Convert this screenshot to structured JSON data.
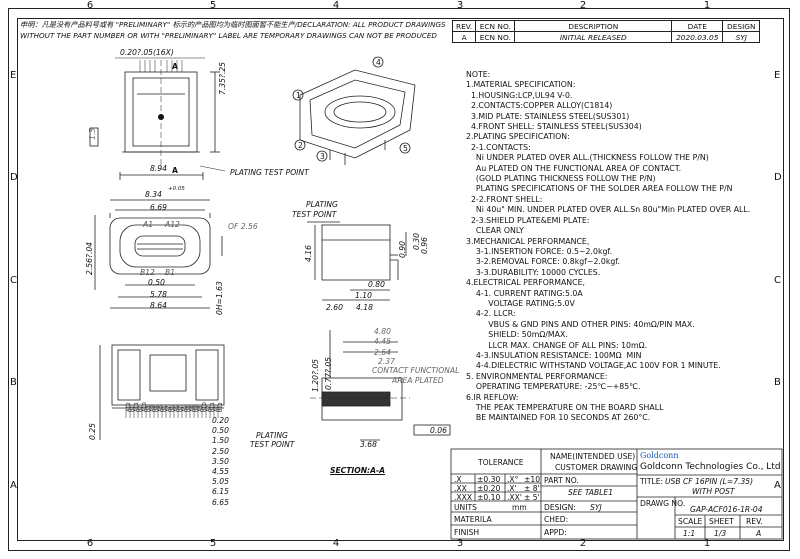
{
  "grid": {
    "columns": [
      "6",
      "5",
      "4",
      "3",
      "2",
      "1"
    ],
    "rows": [
      "E",
      "D",
      "C",
      "B",
      "A"
    ]
  },
  "header_note": {
    "line1": "申明：凡是没有产品料号或有 \"PRELIMINARY\" 标示的产品图均为临时图面暂不能生产/DECLARATION: ALL PRODUCT DRAWINGS",
    "line2": "WITHOUT THE PART NUMBER OR WITH \"PRELIMINARY\" LABEL ARE TEMPORARY DRAWINGS CAN NOT BE PRODUCED"
  },
  "revision": {
    "headers": [
      "REV.",
      "ECN NO.",
      "DESCRIPTION",
      "DATE",
      "DESIGN"
    ],
    "rows": [
      [
        "A",
        "ECN NO.",
        "INITIAL RELEASED",
        "2020.03.05",
        "SYJ"
      ]
    ]
  },
  "notes": [
    "NOTE:",
    "1.MATERIAL SPECIFICATION:",
    "  1.HOUSING:LCP,UL94 V-0.",
    "  2.CONTACTS:COPPER ALLOY(C1814)",
    "  3.MID PLATE: STAINLESS STEEL(SUS301)",
    "  4.FRONT SHELL: STAINLESS STEEL(SUS304)",
    "2.PLATING SPECIFICATION:",
    "  2-1.CONTACTS:",
    "    Ni UNDER PLATED OVER ALL.(THICKNESS FOLLOW THE P/N)",
    "    Au PLATED ON THE FUNCTIONAL AREA OF CONTACT.",
    "    (GOLD PLATING THICKNESS FOLLOW THE P/N)",
    "    PLATING SPECIFICATIONS OF THE SOLDER AREA FOLLOW THE P/N",
    "  2-2.FRONT SHELL:",
    "    Ni 40u\" MIN. UNDER PLATED OVER ALL.Sn 80u\"Min PLATED OVER ALL.",
    "  2-3.SHIELD PLATE&EMI PLATE:",
    "    CLEAR ONLY",
    "3.MECHANICAL PERFORMANCE,",
    "    3-1.INSERTION FORCE: 0.5~2.0kgf.",
    "    3-2.REMOVAL FORCE: 0.8kgf~2.0kgf.",
    "    3-3.DURABILITY: 10000 CYCLES.",
    "4.ELECTRICAL PERFORMANCE,",
    "    4-1. CURRENT RATING:5.0A",
    "         VOLTAGE RATING:5.0V",
    "    4-2. LLCR:",
    "         VBUS & GND PINS AND OTHER PINS: 40mΩ/PIN MAX.",
    "         SHIELD: 50mΩ/MAX.",
    "         LLCR MAX. CHANGE OF ALL PINS: 10mΩ.",
    "    4-3.INSULATION RESISTANCE: 100MΩ  MIN",
    "    4-4.DIELECTRIC WITHSTAND VOLTAGE,AC 100V FOR 1 MINUTE.",
    "5. ENVIRONMENTAL PERFORMANCE:",
    "    OPERATING TEMPERATURE: -25℃~+85℃.",
    "6.IR REFLOW:",
    "    THE PEAK TEMPERATURE ON THE BOARD SHALL",
    "    BE MAINTAINED FOR 10 SECONDS AT 260°C."
  ],
  "dimensions": {
    "pitch": "0.20?.05(16X)",
    "total_len": "7.35?.25",
    "width_894": "8.94",
    "plating_test_point_1": "PLATING TEST POINT",
    "d834": "8.34",
    "d834_tol": "+0.05",
    "d669": "6.69",
    "cf256": "OF 2.56",
    "a1": "A1",
    "a12": "A12",
    "b12": "B12",
    "b1": "B1",
    "d050": "0.50",
    "d578": "5.78",
    "d864": "8.64",
    "d2562": "2.56?.04",
    "d163": "0H=1.63",
    "side_plating": "PLATING",
    "side_test_point": "TEST POINT",
    "d416": "4.16",
    "d090": "0.90",
    "d030": "0.30",
    "d096": "0.96",
    "d080": "0.80",
    "d110": "1.10",
    "d260": "2.60",
    "d418": "4.18",
    "d480": "4.80",
    "d445": "4.45",
    "d264": "2.64",
    "d237": "2.37",
    "contact_functional": "CONTACT FUNCTIONAL",
    "area_plated": "AREA PLATED",
    "d1207": "1.20?.05",
    "d077": "0.77?.05",
    "d006": "0.06",
    "d368": "3.68",
    "section": "SECTION:A-A",
    "d025": "0.25",
    "pin_labels": [
      "A12",
      "B1",
      "A11",
      "B2",
      "A10",
      "B3",
      "A9",
      "B4",
      "A8",
      "B5",
      "A7",
      "B6",
      "A6",
      "B7",
      "A5",
      "B8",
      "A4",
      "B9",
      "A3",
      "B10",
      "A2",
      "B11",
      "A1",
      "B12"
    ],
    "bottom_dims": [
      "0.20",
      "0.50",
      "1.50",
      "2.50",
      "3.50",
      "4.55",
      "5.05",
      "6.15",
      "6.65"
    ],
    "plating_test_point_2a": "PLATING",
    "plating_test_point_2b": "TEST POINT",
    "ref_1": "1",
    "ref_2": "2",
    "ref_3": "3",
    "ref_4": "4",
    "ref_5": "5",
    "section_a": "A",
    "dim_15": "1.5"
  },
  "title_block": {
    "tolerance": "TOLERANCE",
    "tol_rows": [
      {
        "a": ".X",
        "b": "±0.30",
        "c": ".X°",
        "d": "±10'"
      },
      {
        "a": ".XX",
        "b": "±0.20",
        "c": ".X'",
        "d": "±  8'"
      },
      {
        "a": ".XXX",
        "b": "±0.10",
        "c": ".XX'",
        "d": "±  5'"
      }
    ],
    "units_label": "UNITS",
    "units_value": "mm",
    "materila": "MATERILA",
    "finish": "FINISH",
    "drawing_type_1": "NAME(INTENDED USE)",
    "drawing_type_2": "CUSTOMER DRAWING",
    "part_no_label": "PART NO.",
    "part_no_value": "SEE TABLE1",
    "design_label": "DESIGN:",
    "design_value": "SYJ",
    "ched_label": "CHED:",
    "appd_label": "APPD:",
    "logo_text": "Goldconn",
    "company": "Goldconn Technologies Co., Ltd",
    "title_label": "TITLE:",
    "title_value_1": "USB CF 16PIN (L=7.35)",
    "title_value_2": "WITH POST",
    "drawg_label": "DRAWG NO.",
    "drawg_value": "GAP-ACF016-1R-04",
    "scale_label": "SCALE",
    "sheet_label": "SHEET",
    "rev_label": "REV.",
    "scale_value": "1:1",
    "sheet_value": "1/3",
    "rev_value": "A"
  }
}
